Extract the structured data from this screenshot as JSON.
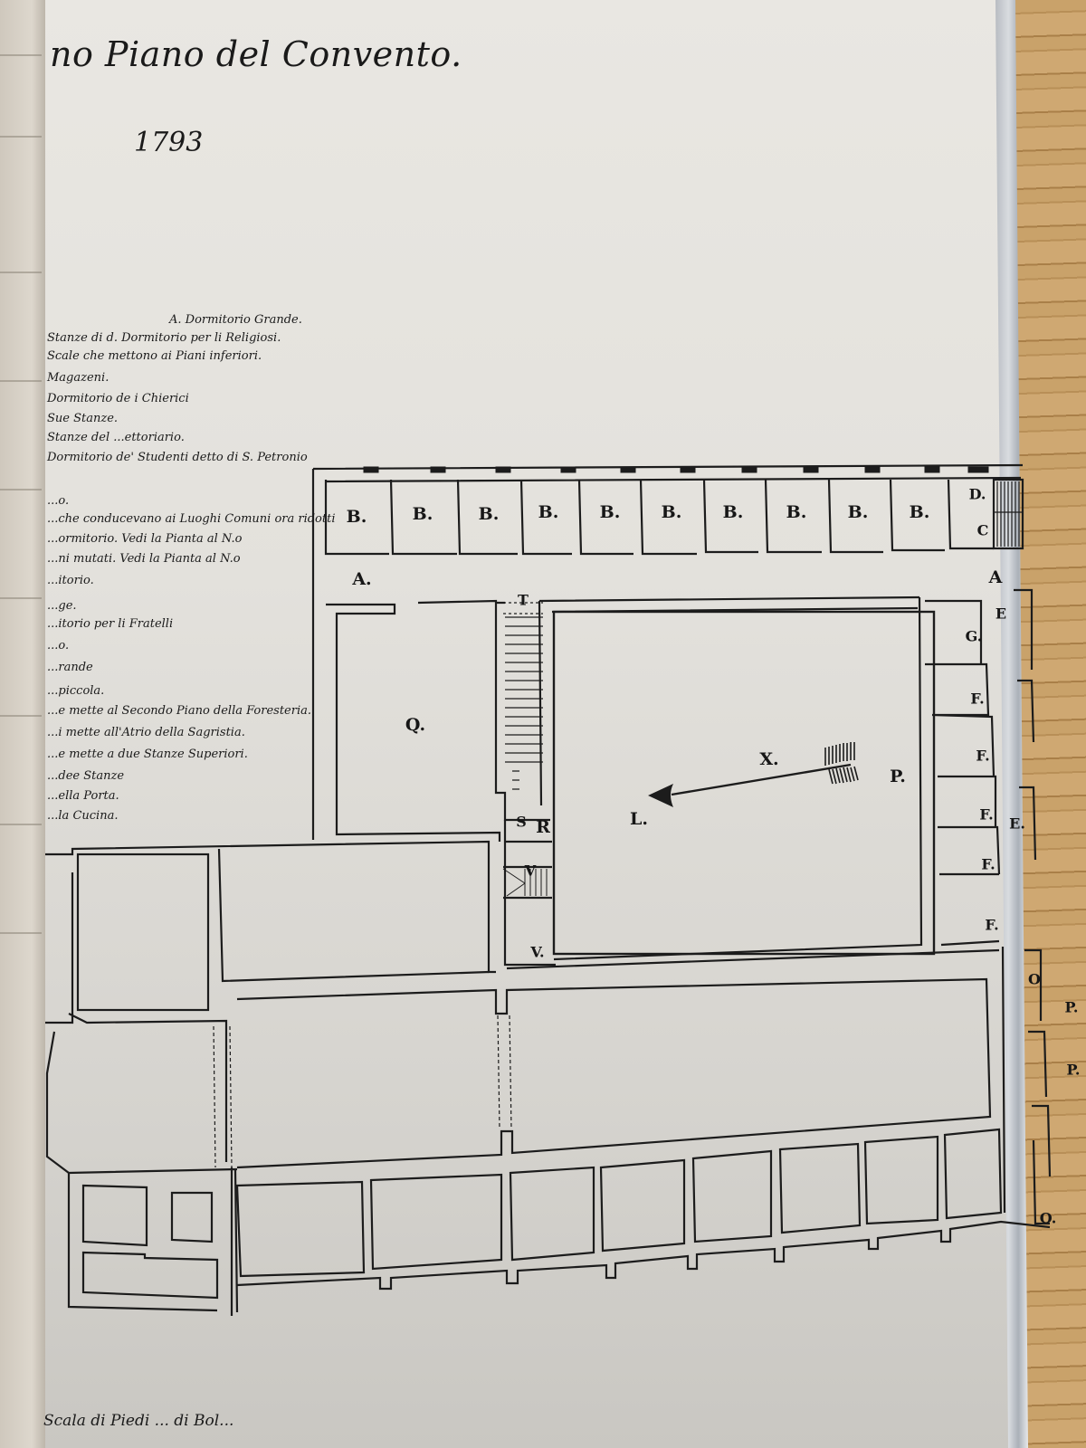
{
  "document": {
    "title": "no Piano del Convento.",
    "year": "1793",
    "scale_caption": "Scala di Piedi ... di Bol..."
  },
  "legend": {
    "items": [
      "A. Dormitorio Grande.",
      "Stanze di d. Dormitorio per li Religiosi.",
      "Scale che mettono ai Piani inferiori.",
      "Magazeni.",
      "Dormitorio de i Chierici",
      "Sue Stanze.",
      "Stanze del ...ettoriario.",
      "Dormitorio de' Studenti detto di S. Petronio",
      "...o.",
      "...che conducevano ai Luoghi Comuni ora ridotti",
      "...ormitorio. Vedi la Pianta al N.o",
      "...ni mutati. Vedi la Pianta al N.o",
      "...itorio.",
      "...ge.",
      "...itorio per li Fratelli",
      "...o.",
      "...rande",
      "...piccola.",
      "...e mette al Secondo Piano della Foresteria.",
      "...i mette all'Atrio della Sagristia.",
      "...e mette a due Stanze Superiori.",
      "...dee Stanze",
      "...ella Porta.",
      "...la Cucina."
    ]
  },
  "plan": {
    "room_labels": {
      "B": "B.",
      "A": "A.",
      "A2": "A",
      "D": "D.",
      "C": "C",
      "T": "T",
      "E": "E",
      "E2": "E.",
      "G": "G.",
      "F": "F.",
      "Q": "Q.",
      "X": "X.",
      "L": "L.",
      "P": "P.",
      "R": "R",
      "S": "S",
      "V": "V",
      "V2": "V.",
      "O": "O",
      "O2": "O."
    },
    "north_arrow": {
      "from": "P.",
      "to": "L."
    }
  },
  "colors": {
    "paper": "#e6e4df",
    "ink": "#1a1a1a",
    "page_edge": "#b8bcc2",
    "wood": "#c9a26a"
  }
}
